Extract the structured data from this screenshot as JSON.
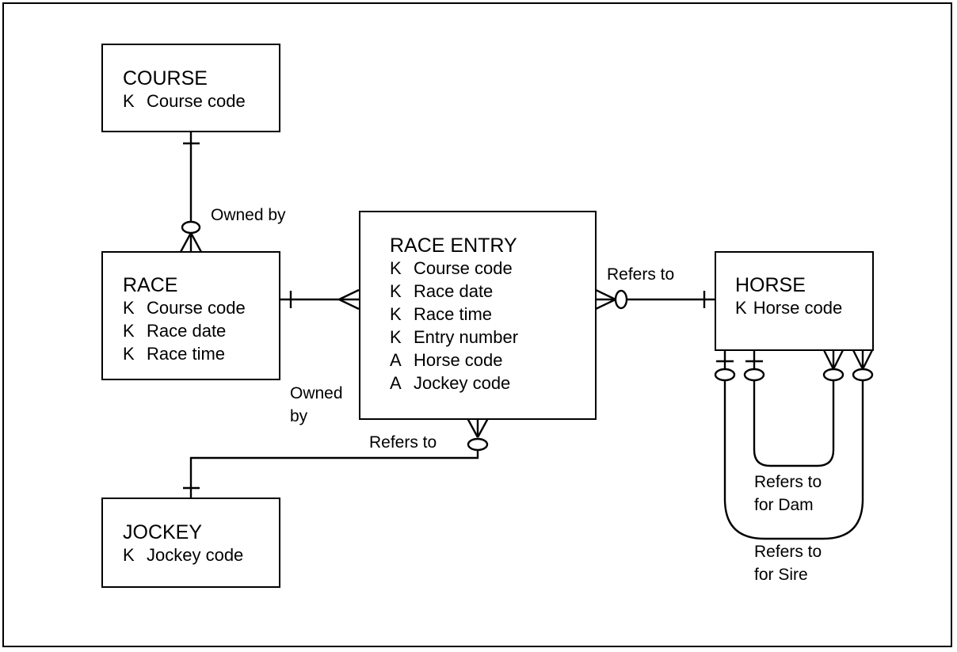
{
  "entities": {
    "course": {
      "name": "COURSE",
      "attributes": [
        {
          "kind": "K",
          "name": "Course code"
        }
      ]
    },
    "race": {
      "name": "RACE",
      "attributes": [
        {
          "kind": "K",
          "name": "Course code"
        },
        {
          "kind": "K",
          "name": "Race date"
        },
        {
          "kind": "K",
          "name": "Race time"
        }
      ]
    },
    "race_entry": {
      "name": "RACE ENTRY",
      "attributes": [
        {
          "kind": "K",
          "name": "Course code"
        },
        {
          "kind": "K",
          "name": "Race date"
        },
        {
          "kind": "K",
          "name": "Race time"
        },
        {
          "kind": "K",
          "name": "Entry number"
        },
        {
          "kind": "A",
          "name": "Horse code"
        },
        {
          "kind": "A",
          "name": "Jockey code"
        }
      ]
    },
    "horse": {
      "name": "HORSE",
      "attributes": [
        {
          "kind": "K",
          "name": "Horse code"
        }
      ]
    },
    "jockey": {
      "name": "JOCKEY",
      "attributes": [
        {
          "kind": "K",
          "name": "Jockey code"
        }
      ]
    }
  },
  "relationships": {
    "race_course": {
      "line1": "Owned by",
      "line2": ""
    },
    "entry_race": {
      "line1": "Owned",
      "line2": "by"
    },
    "entry_horse": {
      "line1": "Refers to",
      "line2": ""
    },
    "entry_jockey": {
      "line1": "Refers to",
      "line2": ""
    },
    "horse_dam": {
      "line1": "Refers to",
      "line2": "for Dam"
    },
    "horse_sire": {
      "line1": "Refers to",
      "line2": "for Sire"
    }
  }
}
